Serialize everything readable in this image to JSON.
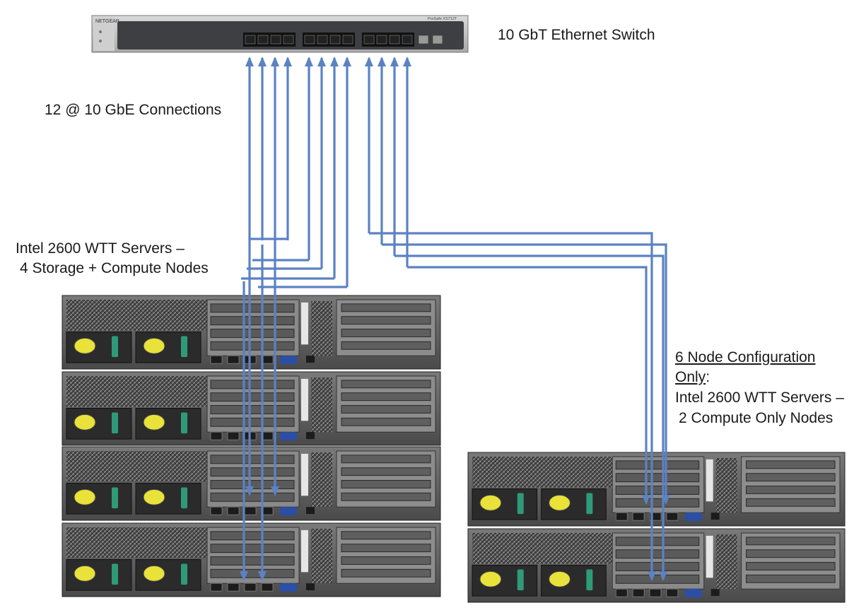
{
  "switch": {
    "brand": "NETGEAR",
    "model": "ProSafe XS712T",
    "label": "10 GbT Ethernet Switch"
  },
  "connections_label": "12 @ 10 GbE Connections",
  "group_main": {
    "line1": "Intel 2600 WTT Servers –",
    "line2": "4 Storage + Compute Nodes"
  },
  "group_extra": {
    "line1": "6 Node Configuration",
    "line2_underlined": "Only",
    "line2_rest": ":",
    "line3": "Intel 2600 WTT Servers –",
    "line4": "2 Compute Only Nodes"
  },
  "colors": {
    "cable": "#5b82c3",
    "chassis": "#3a3a3a",
    "fan": "#e8e23a",
    "handle": "#2f9a78",
    "vga": "#2b4fa6",
    "text": "#1a1a1a"
  }
}
